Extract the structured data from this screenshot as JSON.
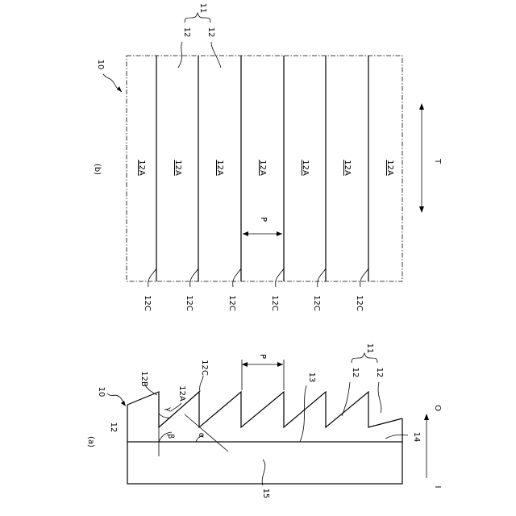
{
  "figure_b": {
    "label": "(b)",
    "ref": "10",
    "strip_labels": [
      "12A",
      "12A",
      "12A",
      "12A",
      "12A",
      "12A",
      "12A"
    ],
    "edge_labels": [
      "12C",
      "12C",
      "12C",
      "12C",
      "12C",
      "12C"
    ],
    "top_labels": [
      "12",
      "12"
    ],
    "group_label": "11",
    "pitch": "P",
    "direction": "T"
  },
  "figure_a": {
    "label": "(a)",
    "ref": "10",
    "top": {
      "lbl_12B": "12B",
      "lbl_12A": "12A",
      "lbl_12C": "12C",
      "lbl_13": "13",
      "lbl_12a": "12",
      "lbl_12b": "12",
      "lbl_11": "11"
    },
    "pitch": "P",
    "gamma": "γ",
    "beta": "β",
    "alpha": "α",
    "lbl_left_12": "12",
    "lbl_14": "14",
    "lbl_15": "15",
    "in_label": "I",
    "out_label": "O"
  }
}
